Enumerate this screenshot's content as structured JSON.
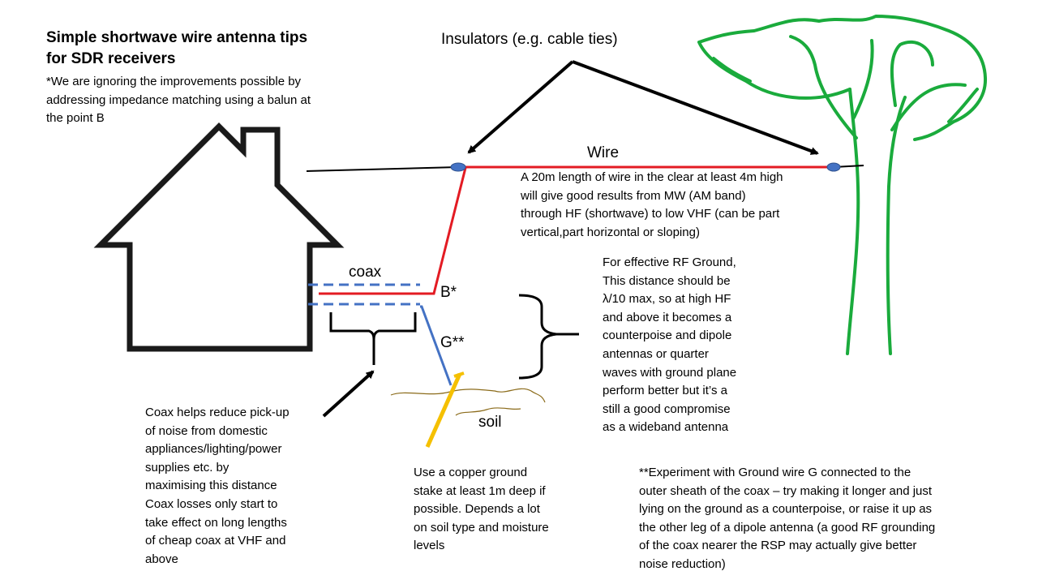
{
  "title": "Simple shortwave wire antenna tips\nfor SDR receivers",
  "subtitle": "*We are ignoring the improvements possible by\naddressing impedance matching using a balun at\nthe point B",
  "labels": {
    "insulators": "Insulators (e.g. cable ties)",
    "wire": "Wire",
    "coax": "coax",
    "point_b": "B*",
    "point_g": "G**",
    "soil": "soil"
  },
  "notes": {
    "wire_length": "A 20m length of wire in the clear at least 4m high\nwill give good results from MW (AM band)\nthrough HF (shortwave) to low VHF (can be part\nvertical,part horizontal or sloping)",
    "rf_ground": "For effective RF Ground,\nThis distance should be\nλ/10 max, so at high HF\nand above it becomes a\ncounterpoise and dipole\nantennas or quarter\nwaves with ground plane\nperform better but it’s a\nstill a good compromise\nas a wideband antenna",
    "coax_noise": "Coax helps reduce pick-up\nof noise from domestic\nappliances/lighting/power\nsupplies etc. by\nmaximising this distance\nCoax losses only start to\ntake effect on long lengths\nof cheap coax at VHF and\nabove",
    "ground_stake": "Use a copper ground\nstake at least 1m deep if\npossible. Depends a lot\non soil type and moisture\nlevels",
    "experiment": "**Experiment with Ground wire G connected to the\nouter sheath of the coax – try making it longer and just\nlying on the ground as a counterpoise, or raise it up as\nthe other leg of a dipole antenna  (a good RF grounding\nof the coax nearer the RSP may actually give better\nnoise reduction)"
  },
  "colors": {
    "antenna_wire": "#e31b23",
    "ground_wire": "#4472c4",
    "insulator": "#4472c4",
    "tree": "#1aab3c",
    "stake": "#f5c000",
    "soil": "#8b6b1a",
    "house": "#1a1a1a"
  }
}
